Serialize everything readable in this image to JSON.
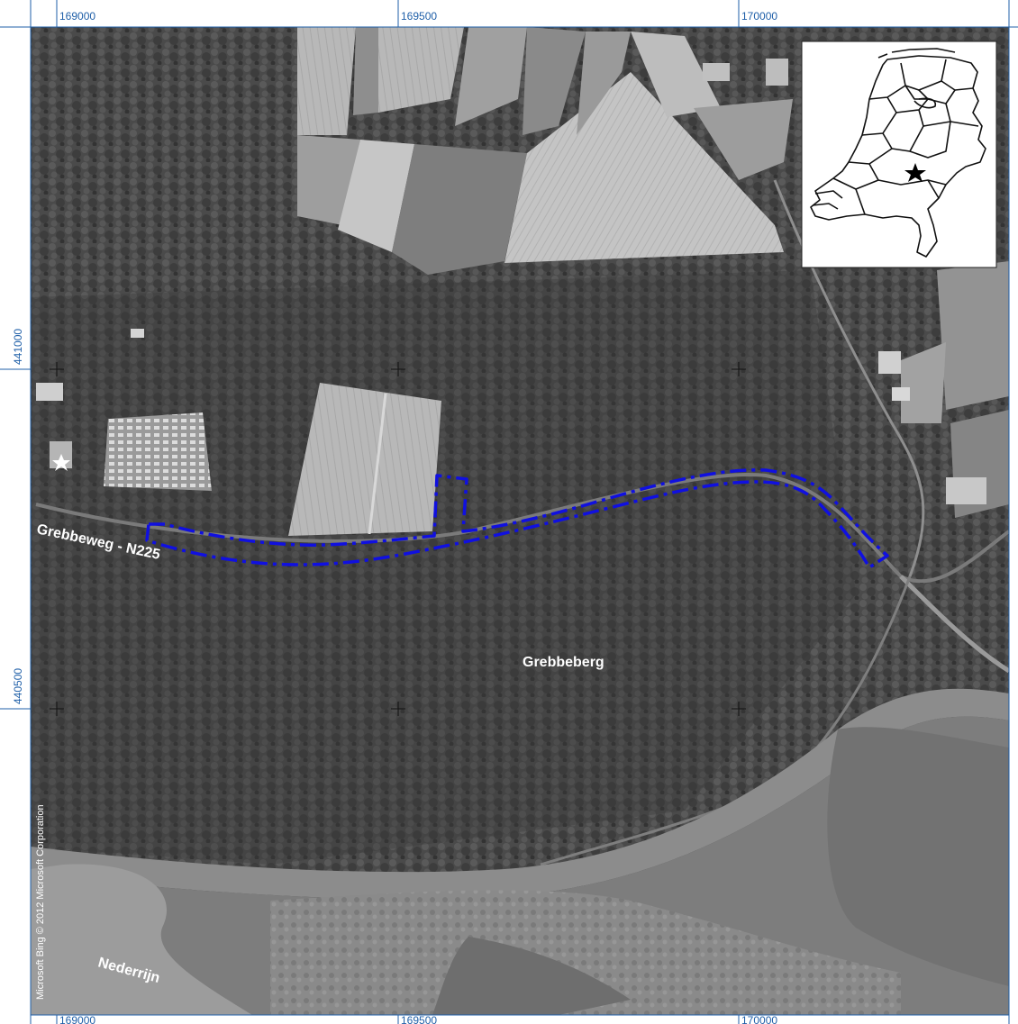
{
  "grid": {
    "x_ticks": [
      "169000",
      "169500",
      "170000"
    ],
    "y_ticks": [
      "441000",
      "440500"
    ]
  },
  "labels": {
    "road": "Grebbeweg - N225",
    "hill": "Grebbeberg",
    "river": "Nederrijn"
  },
  "credit": "Microsoft Bing © 2012 Microsoft Corporation",
  "inset": {
    "country": "Netherlands",
    "marker_icon": "star-icon"
  },
  "colors": {
    "frame": "#1f5fa8",
    "study_area": "#1010e0",
    "label": "#ffffff"
  }
}
